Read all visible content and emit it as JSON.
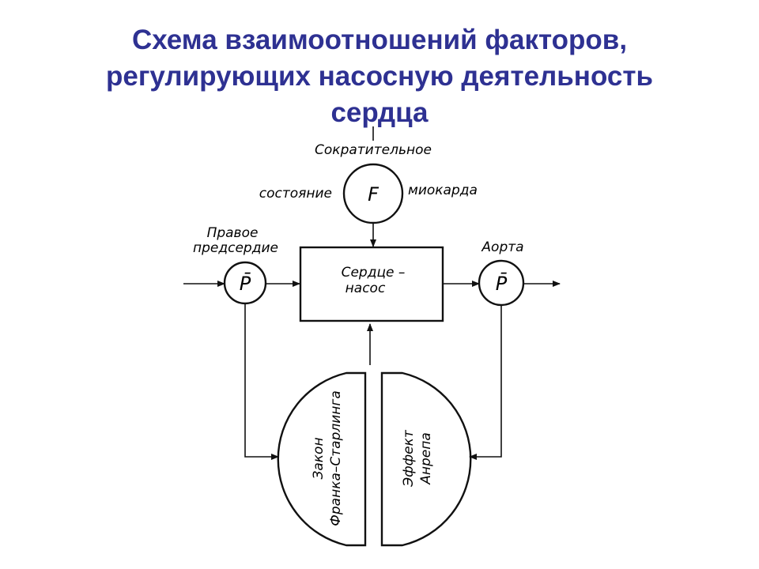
{
  "colors": {
    "title": "#2e3192",
    "ink": "#111111",
    "background": "#ffffff"
  },
  "title": {
    "line1": "Схема взаимоотношений факторов,",
    "line2": "регулирующих насосную деятельность",
    "line3": "сердца"
  },
  "diagram": {
    "contractile": {
      "top": "Сократительное",
      "left": "состояние",
      "right": "миокарда",
      "symbol": "F"
    },
    "right_atrium": {
      "line1": "Правое",
      "line2": "предсердие",
      "symbol": "P̄"
    },
    "aorta": {
      "label": "Аорта",
      "symbol": "P̄"
    },
    "pump": {
      "line1": "Сердце –",
      "line2": "насос"
    },
    "frank_starling": {
      "line1": "Закон",
      "line2": "Франка–Старлинга"
    },
    "anrep": {
      "line1": "Эффект",
      "line2": "Анрепа"
    }
  }
}
